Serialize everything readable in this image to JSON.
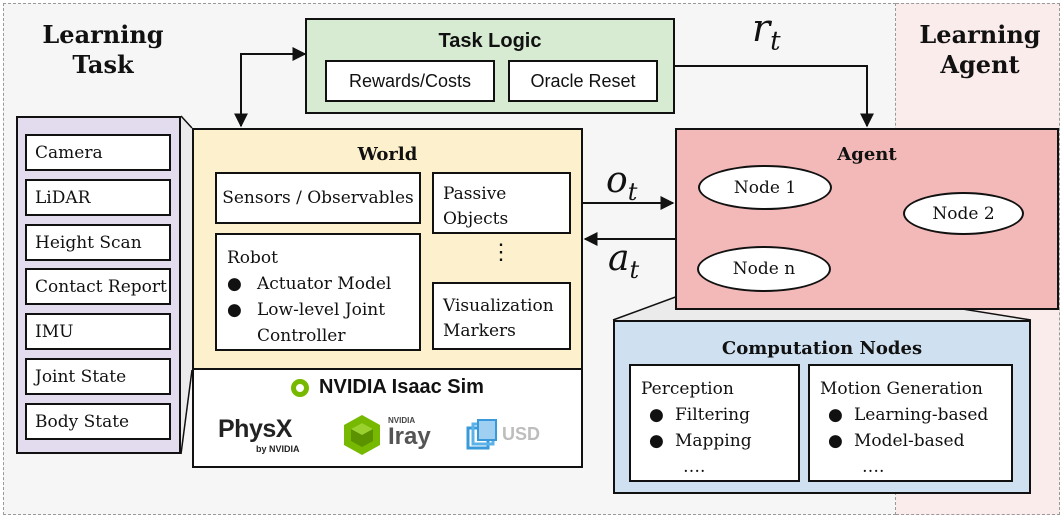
{
  "regions": {
    "learning_task": [
      "Learning",
      "Task"
    ],
    "learning_agent": [
      "Learning",
      "Agent"
    ]
  },
  "task_logic": {
    "title": "Task Logic",
    "items": [
      "Rewards/Costs",
      "Oracle Reset"
    ]
  },
  "sensors": [
    "Camera",
    "LiDAR",
    "Height Scan",
    "Contact Report",
    "IMU",
    "Joint State",
    "Body State"
  ],
  "world": {
    "title": "World",
    "sensors_observables": "Sensors / Observables",
    "passive_objects": [
      "Passive",
      "Objects"
    ],
    "ellipsis": "⋮",
    "visualization_markers": [
      "Visualization",
      "Markers"
    ],
    "robot": {
      "title": "Robot",
      "bullets": [
        "Actuator Model",
        "Low-level Joint",
        "Controller"
      ]
    }
  },
  "sim": {
    "title": "NVIDIA Isaac Sim",
    "logos": {
      "physx": {
        "main": "PhysX",
        "sub": "by NVIDIA"
      },
      "iray": {
        "top": "NVIDIA",
        "main": "Iray"
      },
      "usd": "USD"
    }
  },
  "signals": {
    "reward": {
      "base": "r",
      "sub": "t"
    },
    "observation": {
      "base": "o",
      "sub": "t"
    },
    "action": {
      "base": "a",
      "sub": "t"
    }
  },
  "agent": {
    "title": "Agent",
    "nodes": [
      "Node 1",
      "Node 2",
      "Node n"
    ]
  },
  "computation": {
    "title": "Computation Nodes",
    "perception": {
      "title": "Perception",
      "bullets": [
        "Filtering",
        "Mapping"
      ],
      "more": "…."
    },
    "motion": {
      "title": "Motion Generation",
      "bullets": [
        "Learning-based",
        "Model-based"
      ],
      "more": "…."
    }
  },
  "colors": {
    "task_logic_bg": "#d7ead2",
    "world_bg": "#fdf1cd",
    "sensor_panel_bg": "#e3dcef",
    "agent_bg": "#f3b9b9",
    "computation_bg": "#cfe0f1",
    "nvidia_green": "#76b900",
    "usd_blue": "#3a9ad9"
  }
}
